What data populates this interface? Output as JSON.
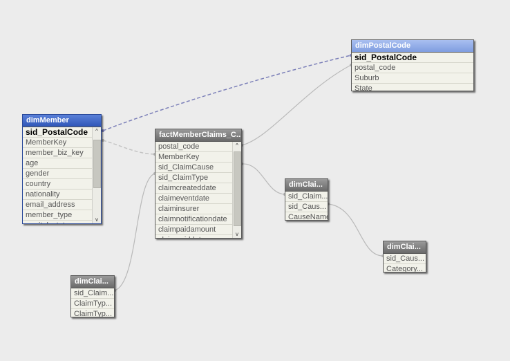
{
  "tables": {
    "dimPostalCode": {
      "title": "dimPostalCode",
      "fields": [
        "sid_PostalCode",
        "postal_code",
        "Suburb",
        "State"
      ]
    },
    "dimMember": {
      "title": "dimMember",
      "fields": [
        "sid_PostalCode",
        "MemberKey",
        "member_biz_key",
        "age",
        "gender",
        "country",
        "nationality",
        "email_address",
        "member_type",
        "marital_status"
      ]
    },
    "factMemberClaims": {
      "title": "factMemberClaims_C...",
      "fields": [
        "postal_code",
        "MemberKey",
        "sid_ClaimCause",
        "sid_ClaimType",
        "claimcreateddate",
        "claimeventdate",
        "claiminsurer",
        "claimnotificationdate",
        "claimpaidamount",
        "claimpaiddate"
      ]
    },
    "dimClaimCause": {
      "title": "dimClai...",
      "fields": [
        "sid_Claim...",
        "sid_Caus...",
        "CauseName"
      ]
    },
    "dimClaimCategory": {
      "title": "dimClai...",
      "fields": [
        "sid_Caus...",
        "Category..."
      ]
    },
    "dimClaimType": {
      "title": "dimClai...",
      "fields": [
        "sid_Claim...",
        "ClaimTyp...",
        "ClaimTyp..."
      ]
    }
  },
  "scroll_arrows": {
    "up": "^",
    "down": "v"
  },
  "colors": {
    "selected_header": "#2f56b8",
    "highlight_header": "#7f9de0",
    "dashed_link": "#7b7fb8",
    "link": "#b9b9b9"
  }
}
